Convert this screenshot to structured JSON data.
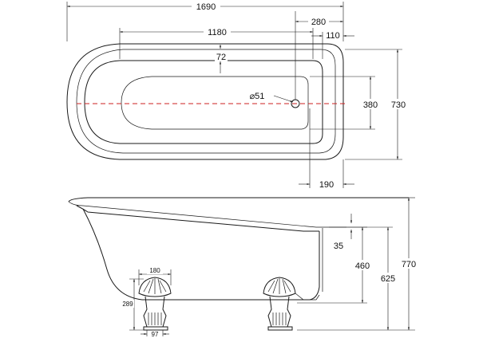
{
  "plan_view": {
    "overall_length": "1690",
    "inner_length": "1180",
    "end_offset": "280",
    "rim_offset": "110",
    "rim_top": "72",
    "waste": "⌀51",
    "inner_width": "380",
    "overall_width": "730",
    "waste_offset": "190"
  },
  "side_view": {
    "rim_drop": "35",
    "waste_height": "460",
    "inner_height": "625",
    "overall_height": "770",
    "foot_width": "180",
    "foot_height": "289",
    "foot_base": "97"
  }
}
